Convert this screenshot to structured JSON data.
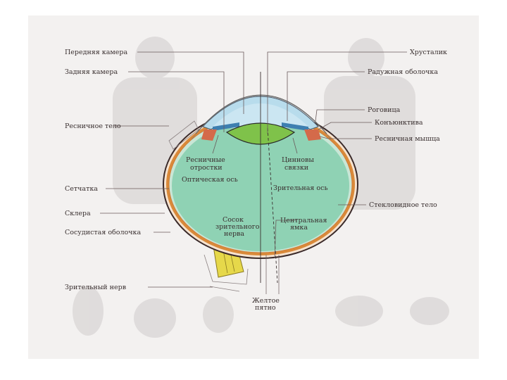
{
  "labels": {
    "anterior_chamber": "Передняя камера",
    "posterior_chamber": "Задняя камера",
    "ciliary_body": "Ресничное тело",
    "retina": "Сетчатка",
    "sclera": "Склера",
    "choroid": "Сосудистая оболочка",
    "optic_nerve": "Зрительный нерв",
    "lens": "Хрусталик",
    "iris": "Радужная оболочка",
    "cornea": "Роговица",
    "conjunctiva": "Конъюнктива",
    "ciliary_muscle": "Ресничная мышца",
    "ciliary_processes_1": "Ресничные",
    "ciliary_processes_2": "отростки",
    "zonule_1": "Цинновы",
    "zonule_2": "связки",
    "optical_axis": "Оптическая ось",
    "visual_axis": "Зрительная ось",
    "vitreous_body": "Стекловидное тело",
    "optic_disc_1": "Сосок",
    "optic_disc_2": "зрительного",
    "optic_disc_3": "нерва",
    "fovea_1": "Центральная",
    "fovea_2": "ямка",
    "macula_1": "Желтое",
    "macula_2": "пятно"
  },
  "colors": {
    "vitreous": "#8fd2b4",
    "lens": "#7fc24a",
    "cornea": "#b8dcec",
    "iris": "#3e7fb0",
    "sclera_outline": "#3a2a2a",
    "choroid": "#d98a3a",
    "optic_nerve": "#e6d84a"
  }
}
